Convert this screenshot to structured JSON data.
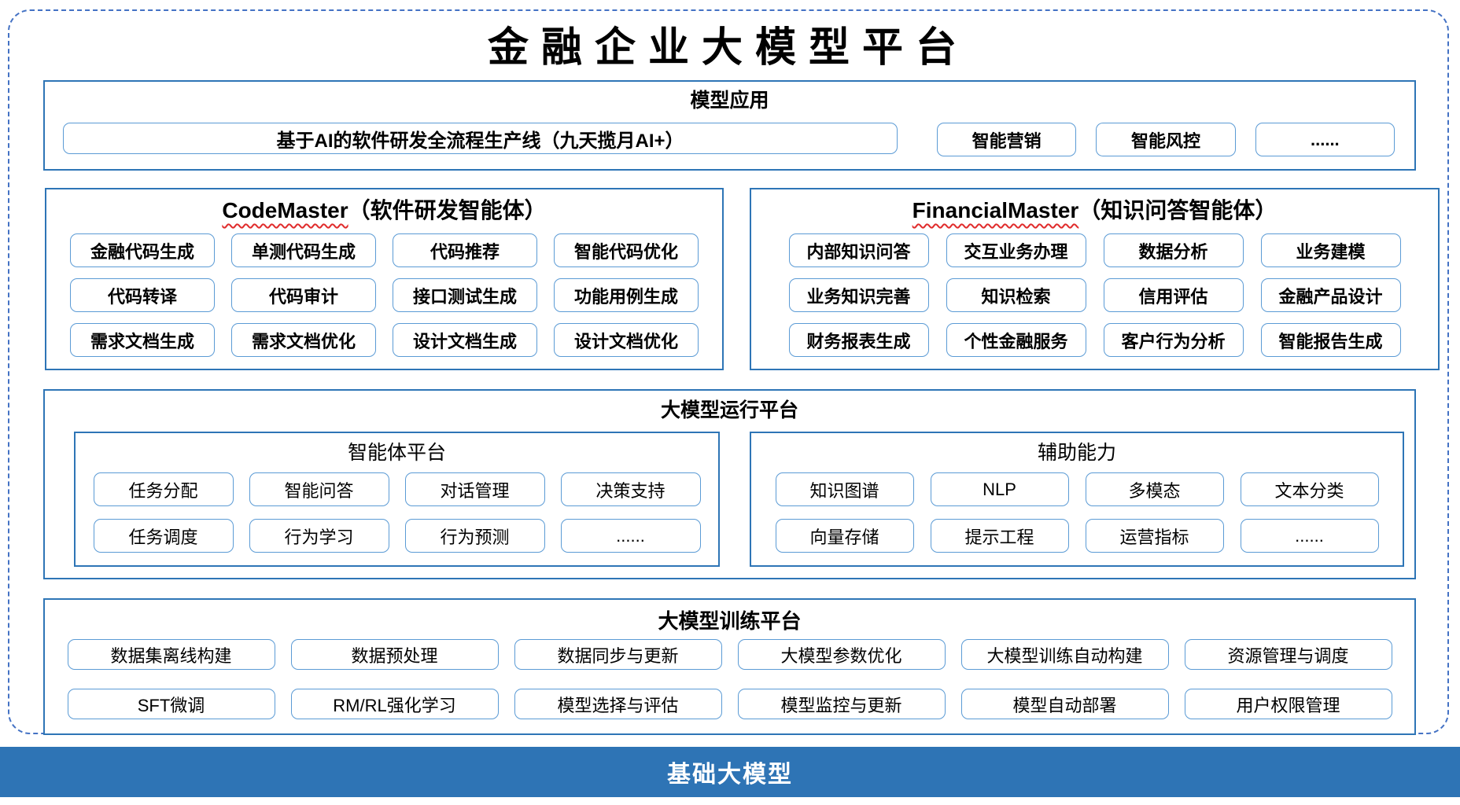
{
  "page_title": "金融企业大模型平台",
  "model_app": {
    "title": "模型应用",
    "pipeline": "基于AI的软件研发全流程生产线（九天揽月AI+）",
    "items": [
      "智能营销",
      "智能风控",
      "......"
    ]
  },
  "code_master": {
    "name": "CodeMaster",
    "subtitle": "（软件研发智能体）",
    "items": [
      "金融代码生成",
      "单测代码生成",
      "代码推荐",
      "智能代码优化",
      "代码转译",
      "代码审计",
      "接口测试生成",
      "功能用例生成",
      "需求文档生成",
      "需求文档优化",
      "设计文档生成",
      "设计文档优化"
    ]
  },
  "financial_master": {
    "name": "FinancialMaster",
    "subtitle": "（知识问答智能体）",
    "items": [
      "内部知识问答",
      "交互业务办理",
      "数据分析",
      "业务建模",
      "业务知识完善",
      "知识检索",
      "信用评估",
      "金融产品设计",
      "财务报表生成",
      "个性金融服务",
      "客户行为分析",
      "智能报告生成"
    ]
  },
  "runtime_platform": {
    "title": "大模型运行平台",
    "agent_platform": {
      "title": "智能体平台",
      "items": [
        "任务分配",
        "智能问答",
        "对话管理",
        "决策支持",
        "任务调度",
        "行为学习",
        "行为预测",
        "......"
      ]
    },
    "aux_capabilities": {
      "title": "辅助能力",
      "items": [
        "知识图谱",
        "NLP",
        "多模态",
        "文本分类",
        "向量存储",
        "提示工程",
        "运营指标",
        "......"
      ]
    }
  },
  "training_platform": {
    "title": "大模型训练平台",
    "items": [
      "数据集离线构建",
      "数据预处理",
      "数据同步与更新",
      "大模型参数优化",
      "大模型训练自动构建",
      "资源管理与调度",
      "SFT微调",
      "RM/RL强化学习",
      "模型选择与评估",
      "模型监控与更新",
      "模型自动部署",
      "用户权限管理"
    ]
  },
  "foundation": {
    "title": "基础大模型"
  },
  "colors": {
    "chip_border": "#5B9BD5",
    "panel_border": "#2E75B6",
    "outer_dashed_border": "#4472C4",
    "foundation_bar_bg": "#2E74B5",
    "spellcheck_underline": "#E02B2B"
  }
}
